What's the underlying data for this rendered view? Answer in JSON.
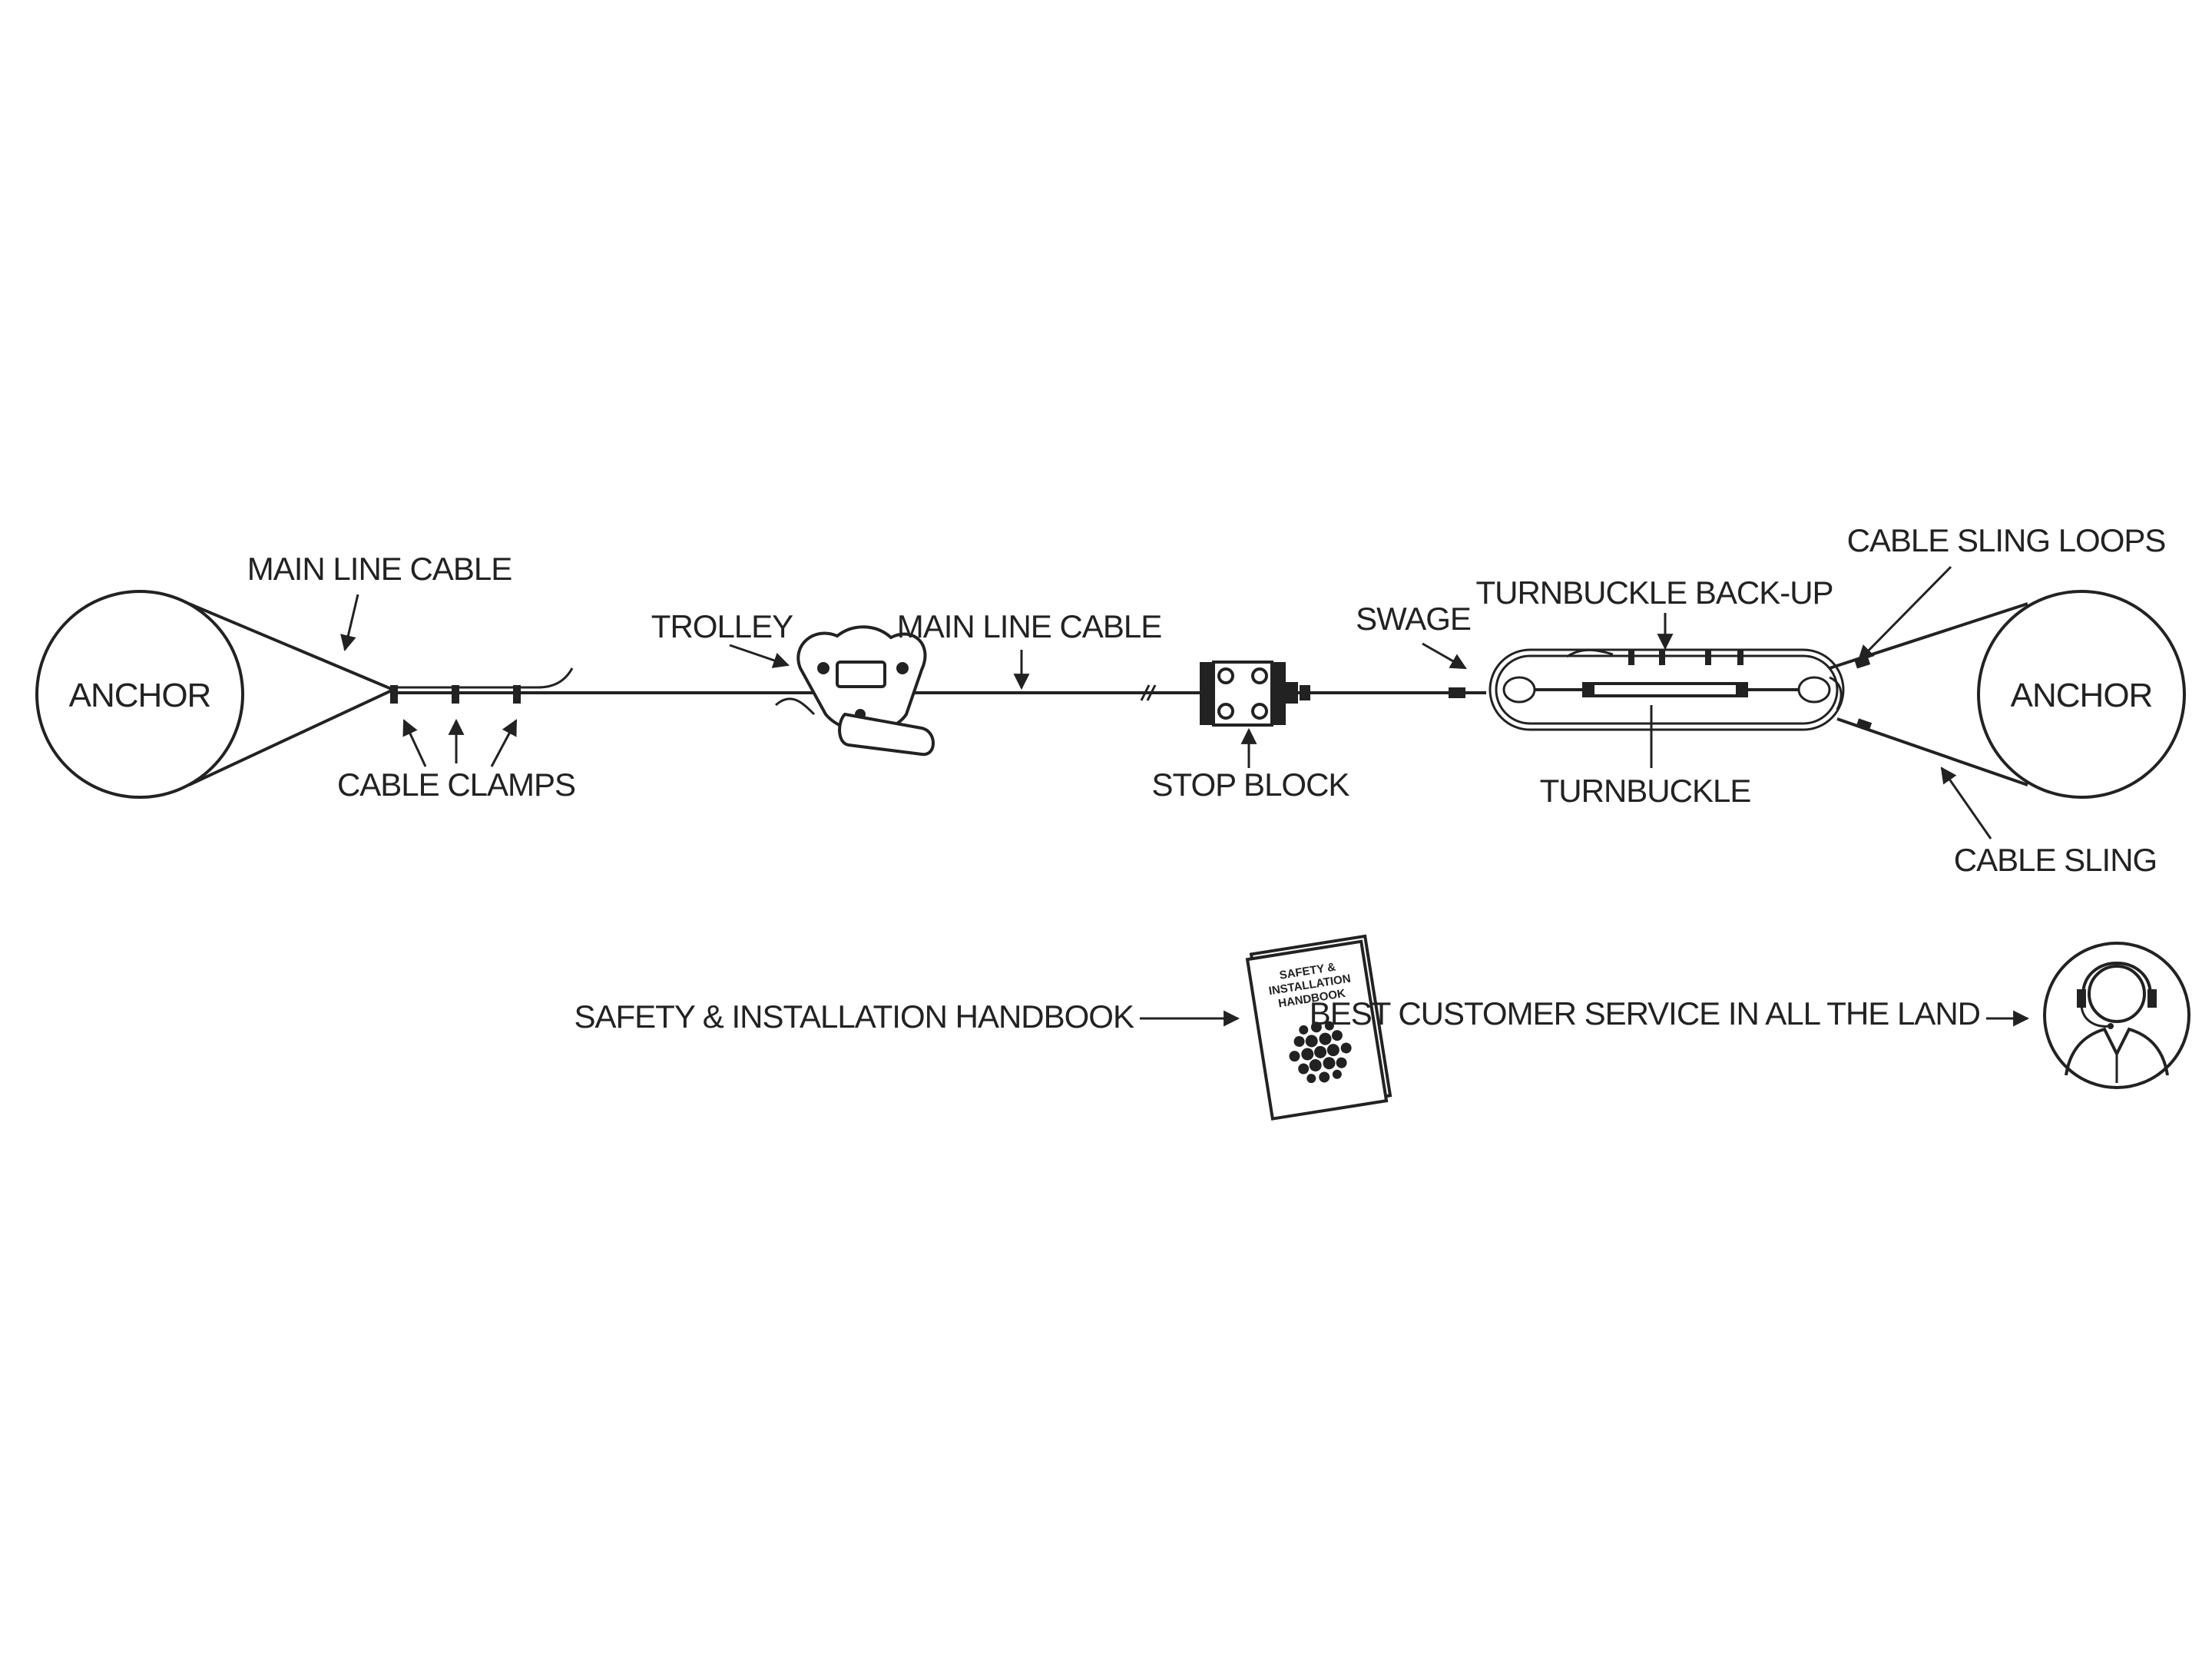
{
  "labels": {
    "anchor_left": "ANCHOR",
    "anchor_right": "ANCHOR",
    "main_line_cable_1": "MAIN LINE CABLE",
    "main_line_cable_2": "MAIN LINE CABLE",
    "cable_clamps": "CABLE CLAMPS",
    "trolley": "TROLLEY",
    "stop_block": "STOP BLOCK",
    "swage": "SWAGE",
    "turnbuckle_backup": "TURNBUCKLE BACK-UP",
    "turnbuckle": "TURNBUCKLE",
    "cable_sling_loops": "CABLE SLING LOOPS",
    "cable_sling": "CABLE SLING",
    "handbook": "SAFETY & INSTALLATION HANDBOOK",
    "customer_service": "BEST CUSTOMER SERVICE IN ALL THE LAND"
  },
  "handbook_cover": {
    "line1": "SAFETY &",
    "line2": "INSTALLATION",
    "line3": "HANDBOOK"
  },
  "colors": {
    "ink": "#222222",
    "background": "#ffffff"
  },
  "icons": [
    "trolley-icon",
    "stop-block-icon",
    "turnbuckle-icon",
    "handbook-icon",
    "headset-agent-icon"
  ]
}
